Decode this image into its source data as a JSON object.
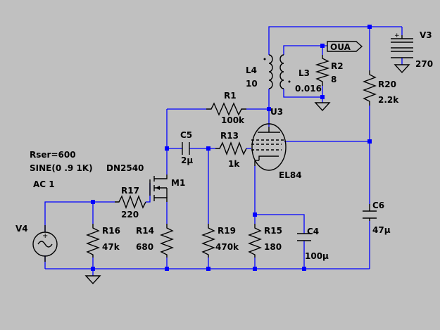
{
  "components": {
    "V4": {
      "ref": "V4",
      "rser": "Rser=600",
      "source": "SINE(0 .9 1K)",
      "ac": "AC 1"
    },
    "M1": {
      "ref": "M1",
      "model": "DN2540"
    },
    "R17": {
      "ref": "R17",
      "value": "220"
    },
    "R16": {
      "ref": "R16",
      "value": "47k"
    },
    "R14": {
      "ref": "R14",
      "value": "680"
    },
    "C5": {
      "ref": "C5",
      "value": "2µ"
    },
    "R1": {
      "ref": "R1",
      "value": "100k"
    },
    "R13": {
      "ref": "R13",
      "value": "1k"
    },
    "R19": {
      "ref": "R19",
      "value": "470k"
    },
    "R15": {
      "ref": "R15",
      "value": "180"
    },
    "C4": {
      "ref": "C4",
      "value": "100µ"
    },
    "U3": {
      "ref": "U3",
      "model": "EL84"
    },
    "L4": {
      "ref": "L4",
      "value": "10"
    },
    "L3": {
      "ref": "L3",
      "value": "0.016"
    },
    "R2": {
      "ref": "R2",
      "value": "8"
    },
    "R20": {
      "ref": "R20",
      "value": "2.2k"
    },
    "C6": {
      "ref": "C6",
      "value": "47µ"
    },
    "V3": {
      "ref": "V3",
      "value": "270"
    }
  },
  "netlabel": "OUA",
  "colors": {
    "background": "#c0c0c0",
    "wire": "#0000ff",
    "component": "#000000"
  }
}
